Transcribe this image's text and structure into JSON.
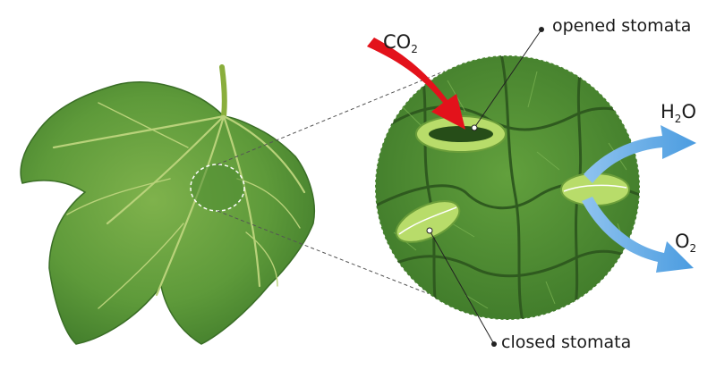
{
  "labels": {
    "opened_stomata": "opened stomata",
    "closed_stomata": "closed stomata",
    "co2": {
      "base": "CO",
      "sub": "2"
    },
    "h2o": {
      "pre": "H",
      "sub": "2",
      "post": "O"
    },
    "o2": {
      "base": "O",
      "sub": "2"
    }
  },
  "colors": {
    "leaf_dark": "#3f7a2a",
    "leaf_mid": "#5e9a3a",
    "leaf_light": "#7fb24c",
    "vein": "#b9d27a",
    "circle_fill": "#4f8a33",
    "cell_line": "#2f5a1f",
    "stoma_light": "#b8dc6a",
    "co2_arrow": "#e3121b",
    "gas_arrow": "#5aa8e6"
  },
  "icons": [
    "fig-leaf",
    "magnifier-circle",
    "co2-arrow",
    "h2o-arrow",
    "o2-arrow"
  ]
}
